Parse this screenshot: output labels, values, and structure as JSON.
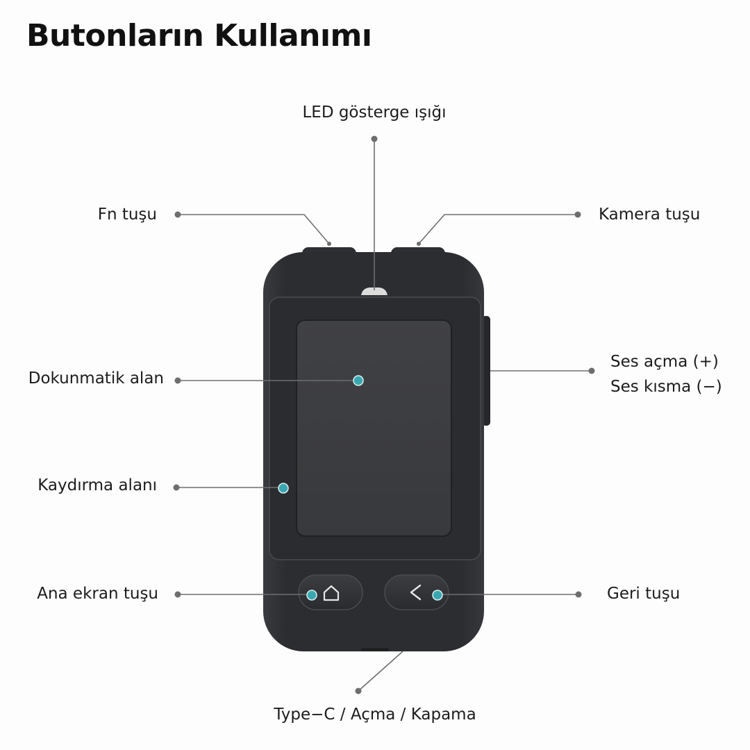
{
  "title": "Butonların Kullanımı",
  "labels": {
    "led": "LED gösterge ışığı",
    "fn": "Fn tuşu",
    "camera": "Kamera tuşu",
    "touch": "Dokunmatik alan",
    "volume_up": "Ses açma (+)",
    "volume_down": "Ses kısma (−)",
    "scroll": "Kaydırma alanı",
    "home": "Ana ekran tuşu",
    "back": "Geri tuşu",
    "typec": "Type−C / Açma / Kapama"
  },
  "colors": {
    "accent_dot": "#3aa7b0",
    "device_body": "#2f3033",
    "leader_line": "#6e6e6e"
  },
  "icons": {
    "home_button": "home-icon",
    "back_button": "chevron-left-icon"
  }
}
